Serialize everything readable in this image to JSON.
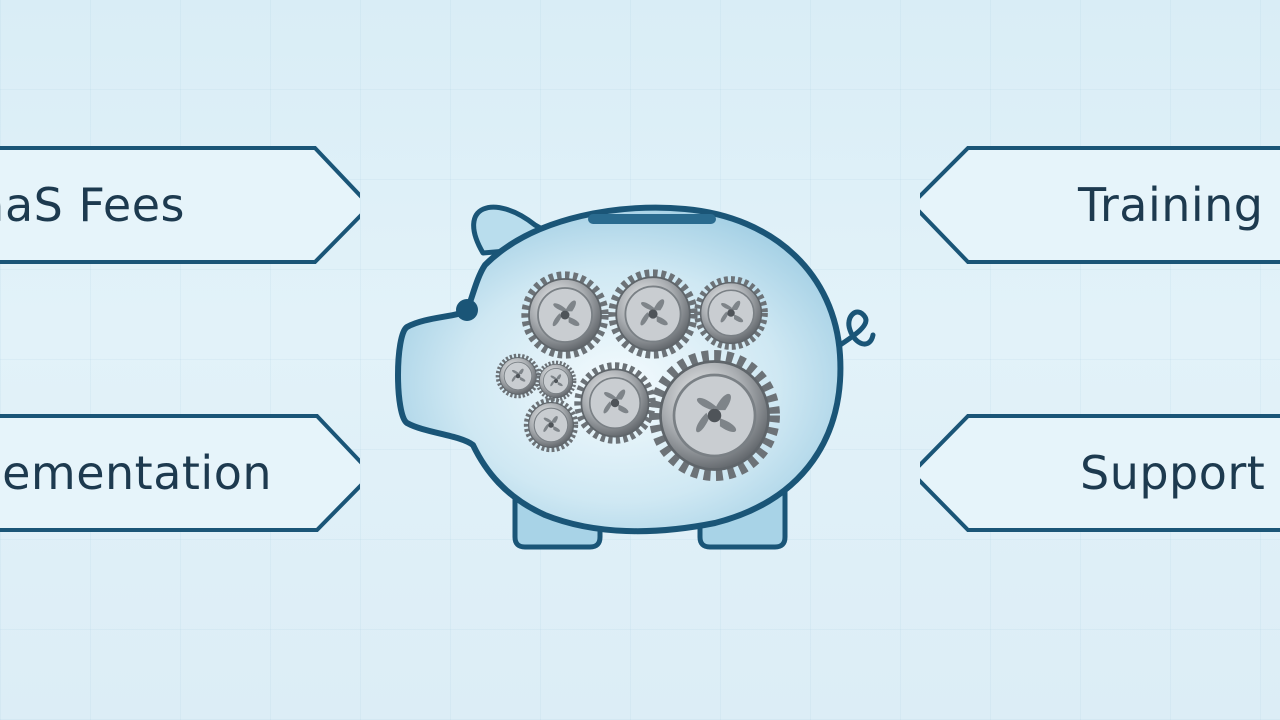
{
  "labels": {
    "top_left": "aaS Fees",
    "bottom_left": "ementation",
    "top_right": "Training",
    "bottom_right": "Support"
  },
  "colors": {
    "outline": "#1a5577",
    "text": "#1d3a4f",
    "pig_fill": "#bfe0ef",
    "gear": "#8a8f94"
  },
  "icons": {
    "center": "piggy-bank-with-gears-icon"
  }
}
